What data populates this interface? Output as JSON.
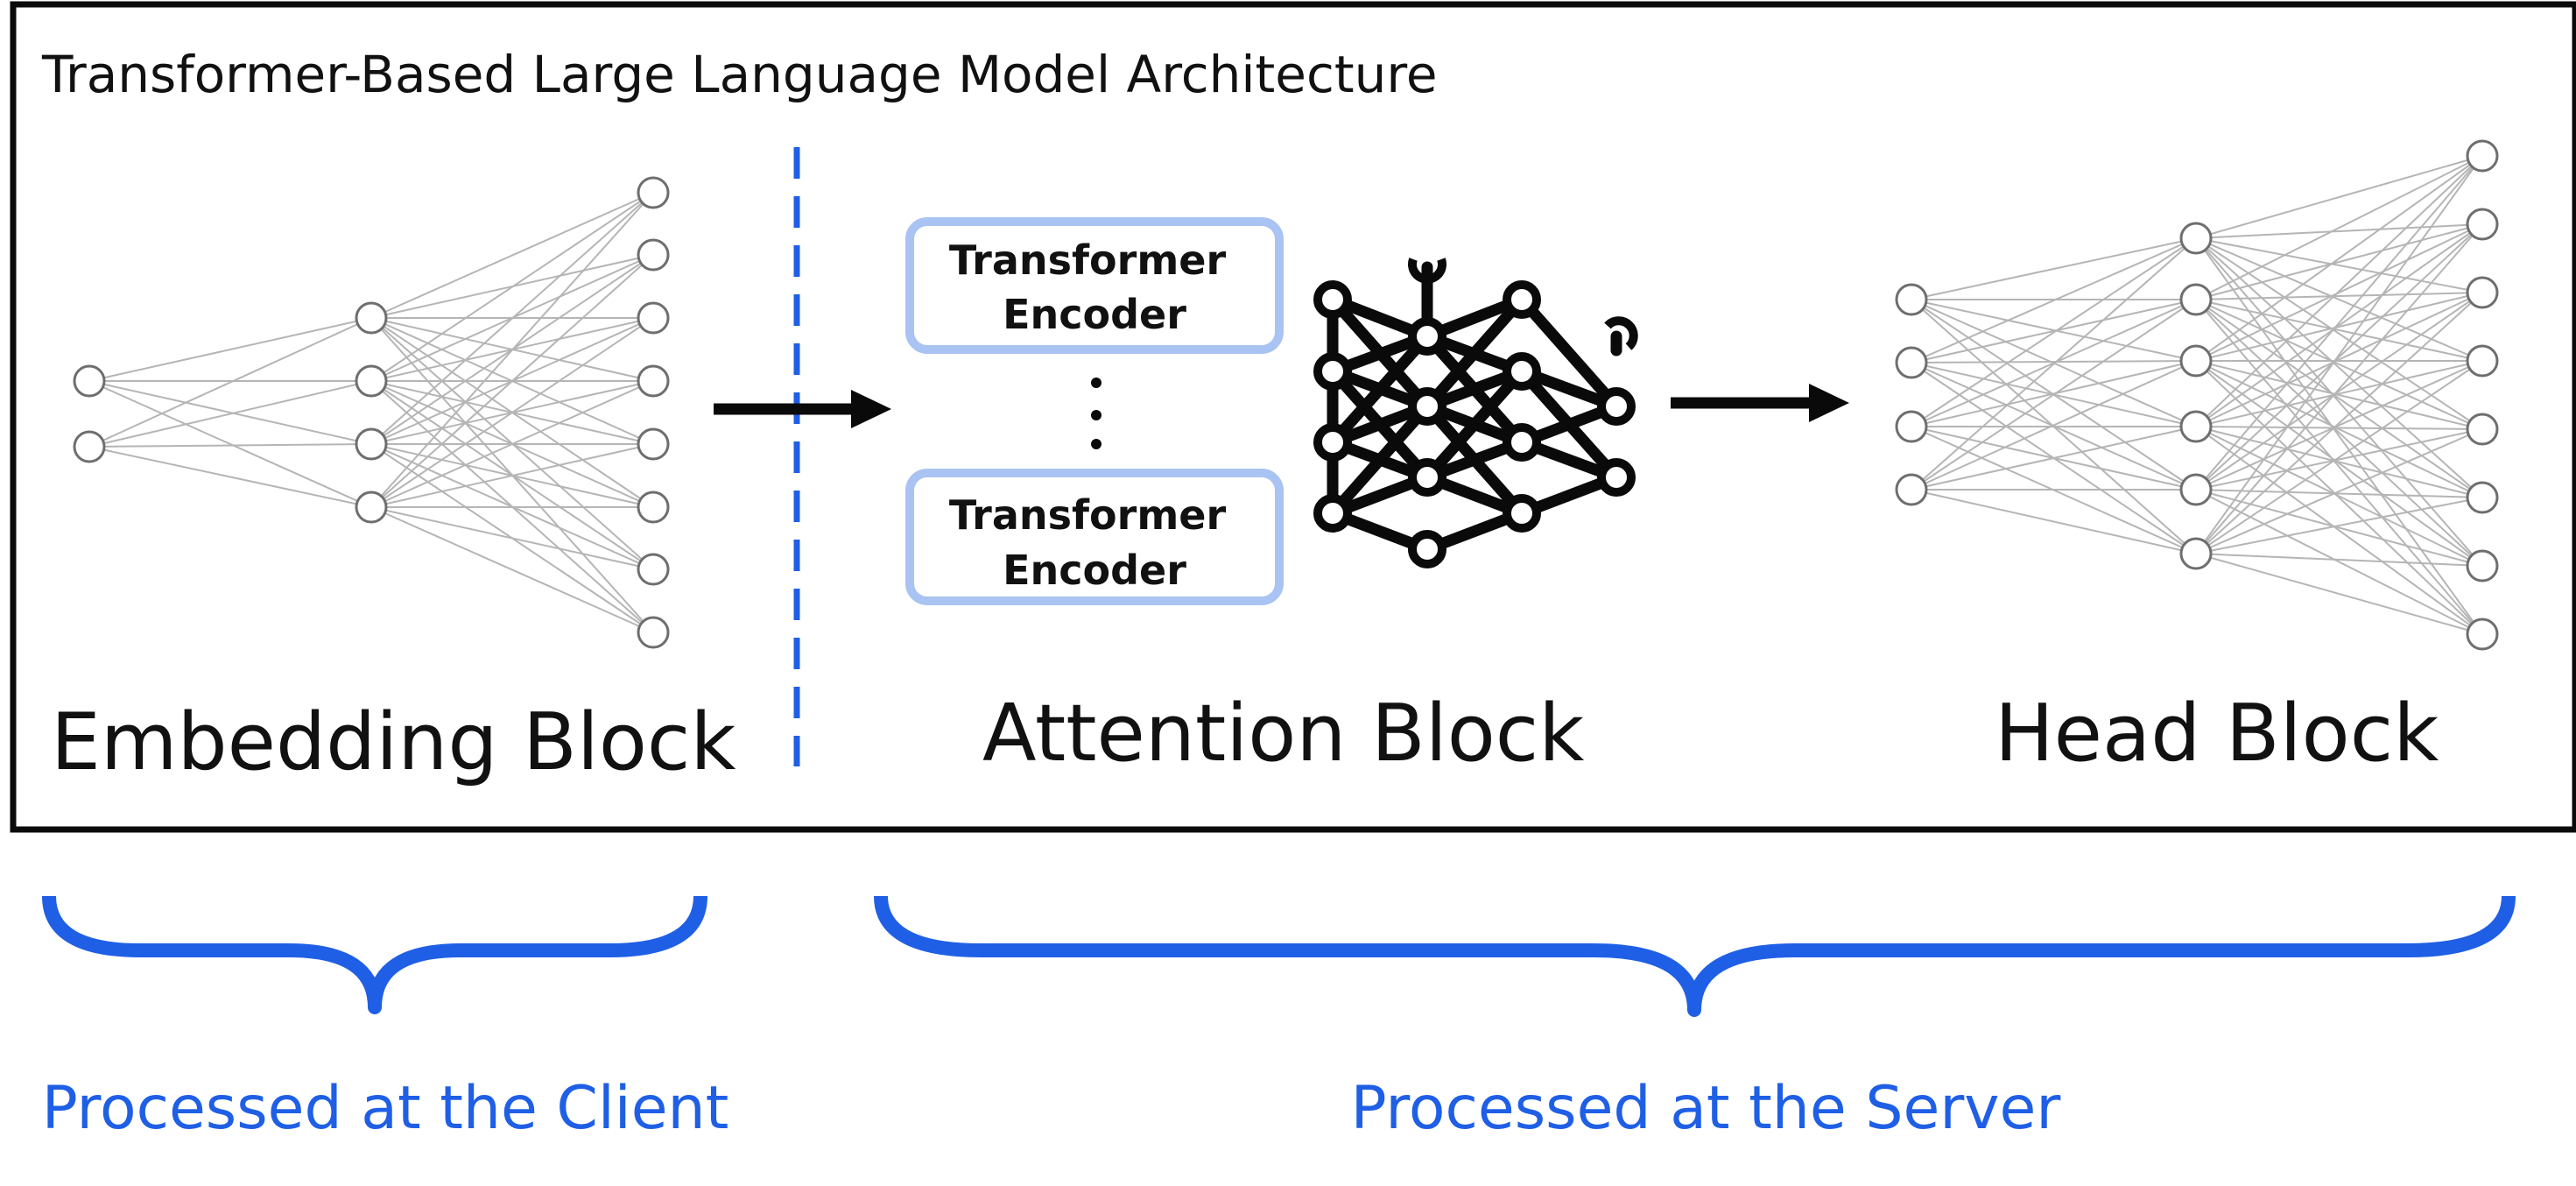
{
  "title": "Transformer-Based Large Language Model Architecture",
  "blocks": {
    "embedding": "Embedding Block",
    "attention": "Attention Block",
    "head": "Head Block"
  },
  "encoder_label": "Transformer\nEncoder",
  "client_label": "Processed at the Client",
  "server_label": "Processed at the Server",
  "colors": {
    "accent": "#1f5fe6",
    "encoder_border": "#a9c3f2",
    "network_line": "#b5b5b5",
    "node_stroke": "#6e6e6e",
    "dark": "#0a0a0a"
  },
  "icons": {
    "embedding_network": "neural-network-2-4-8",
    "attention_network": "neural-network-icon",
    "head_network": "neural-network-4-6-8"
  }
}
